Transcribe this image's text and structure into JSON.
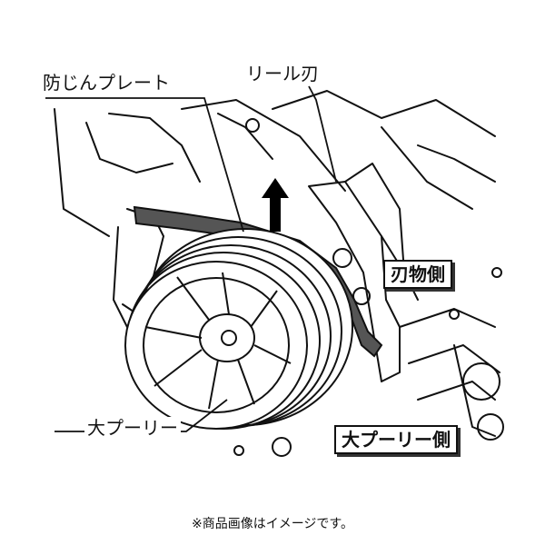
{
  "labels": {
    "dust_plate": "防じんプレート",
    "reel_blade": "リール刃",
    "blade_side": "刃物側",
    "large_pulley": "大プーリー",
    "large_pulley_side": "大プーリー側"
  },
  "caption": "※商品画像はイメージです。",
  "colors": {
    "line": "#111111",
    "plate": "#555555",
    "arrow": "#000000"
  }
}
